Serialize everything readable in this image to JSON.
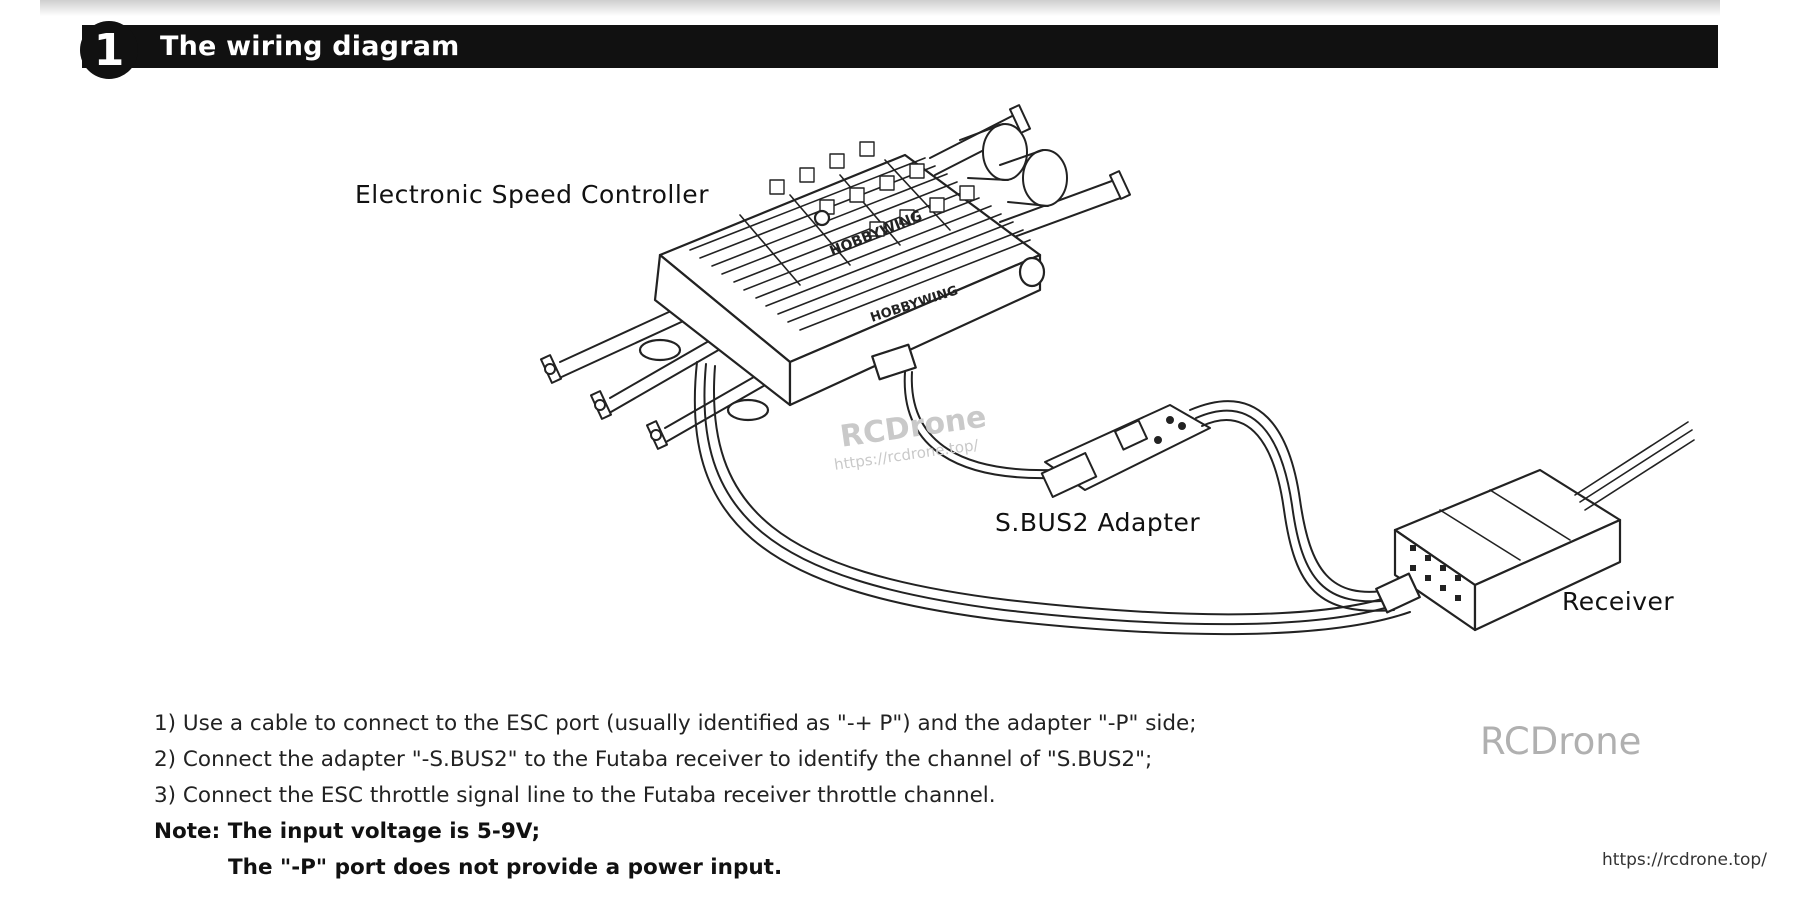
{
  "header": {
    "step_number": "1",
    "title": "The wiring diagram"
  },
  "diagram": {
    "labels": {
      "esc": "Electronic Speed Controller",
      "adapter": "S.BUS2 Adapter",
      "receiver": "Receiver"
    },
    "esc_brand": "HOBBYWING"
  },
  "instructions": {
    "steps": [
      "1) Use a cable to connect to the ESC port (usually identified as \"-+ P\") and the adapter \"-P\" side;",
      "2) Connect the adapter \"-S.BUS2\" to the Futaba receiver to identify the channel of \"S.BUS2\";",
      "3) Connect the ESC throttle signal line to the Futaba receiver throttle channel."
    ],
    "note_line1": "Note: The input voltage is 5-9V;",
    "note_line2": "The \"-P\" port does not provide a power input."
  },
  "watermarks": {
    "diagram_name": "RCDrone",
    "diagram_url": "https://rcdrone.top/",
    "right_name": "RCDrone",
    "footer_url": "https://rcdrone.top/"
  },
  "colors": {
    "header_bar": "#111111",
    "watermark": "#b0b0b0"
  }
}
